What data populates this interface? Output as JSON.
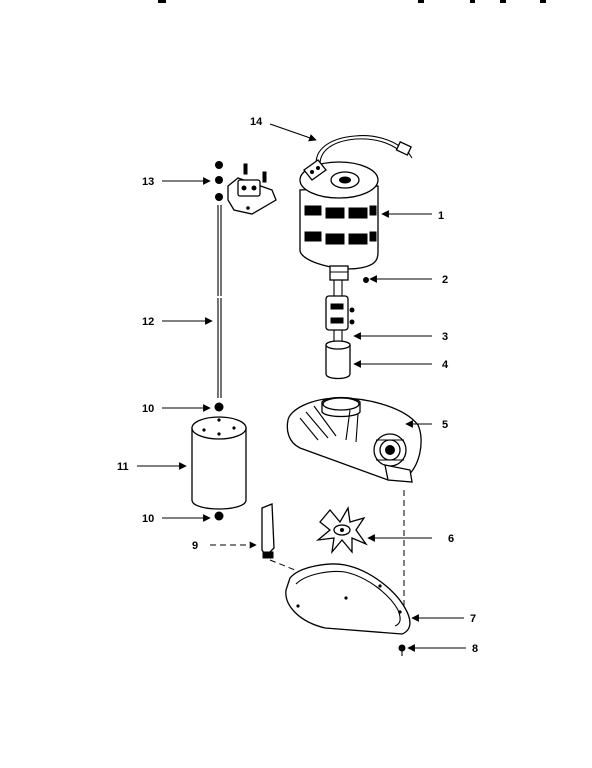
{
  "callouts": {
    "c1": "1",
    "c2": "2",
    "c3": "3",
    "c4": "4",
    "c5": "5",
    "c6": "6",
    "c7": "7",
    "c8": "8",
    "c9": "9",
    "c10a": "10",
    "c10b": "10",
    "c11": "11",
    "c12": "12",
    "c13": "13",
    "c14": "14"
  }
}
